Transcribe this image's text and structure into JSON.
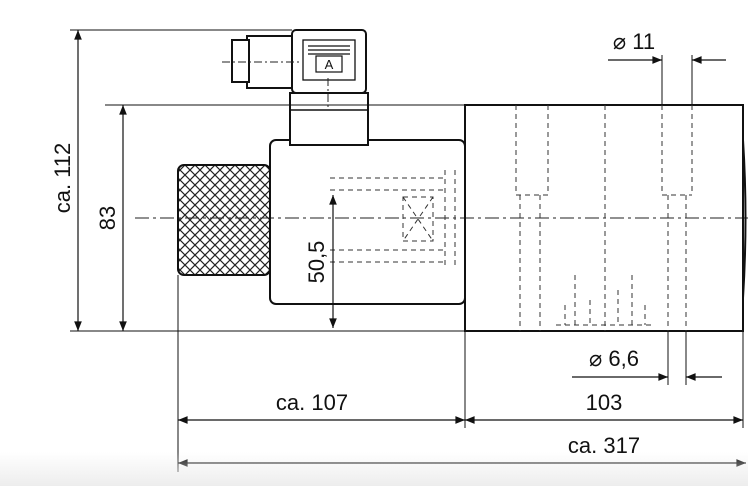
{
  "drawing": {
    "connector_label": "A",
    "dimensions": {
      "overall_height": "ca. 112",
      "body_height": "83",
      "shaft_diameter": "50,5",
      "hole_diameter_top": "⌀ 11",
      "hole_diameter_bottom": "⌀ 6,6",
      "left_length": "ca. 107",
      "body_length": "103",
      "overall_length": "ca. 317"
    }
  }
}
